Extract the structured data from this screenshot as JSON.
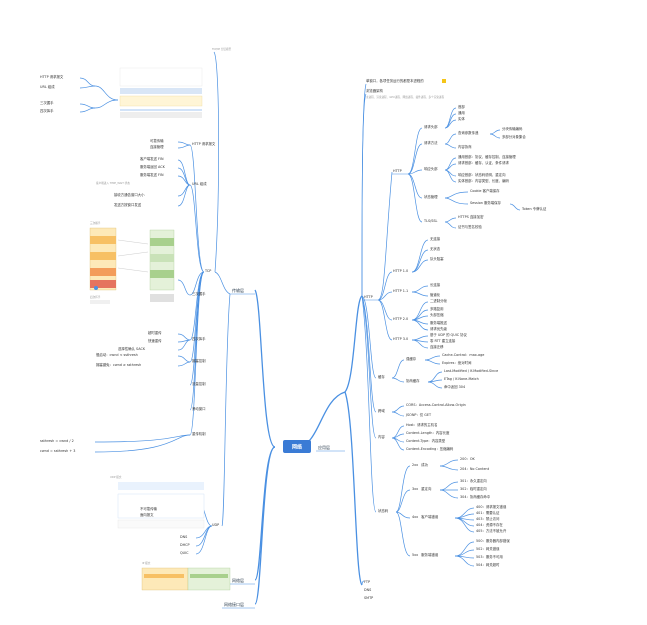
{
  "root": {
    "label": "网络"
  },
  "branches": {
    "app_layer": "应用层",
    "transport_layer": "传输层",
    "network_layer": "网络层",
    "link_layer": "网络接口层"
  },
  "app_notes": {
    "note1": "单窗口，各项任务运行的都是本进程的",
    "note2": "浏览器架构",
    "note3": "主进程、渲染进程、GPU进程、网络进程、插件进程、多个渲染进程"
  },
  "http": {
    "label": "HTTP",
    "http_label": "HTTP",
    "groups": {
      "headers_label": "请求头部",
      "headers": [
        "首部",
        "通用",
        "实体"
      ],
      "body_label": "请求方法",
      "body_items": [
        "查询参数传递",
        "分块传输编码",
        "多部分对象集合",
        "内容协商"
      ],
      "response_label": "响应头部",
      "response_items": [
        "通用首部：协议、缓存控制、连接管理",
        "请求首部：缓存、认证、条件请求",
        "响应首部：状态码说明、重定向",
        "实体首部：内容类型、长度、编码"
      ],
      "cookie_label": "状态管理",
      "cookie_items": [
        "Cookie 客户端保存",
        "Session 服务端保存",
        "Token 令牌认证"
      ],
      "tls_label": "TLS/SSL",
      "tls_items": [
        "HTTPS 连接加密",
        "证书与签名校验"
      ]
    },
    "versions": {
      "v10": "HTTP 1.0",
      "v10_items": [
        "无连接",
        "无状态",
        "队头阻塞"
      ],
      "v11": "HTTP 1.1",
      "v11_items": [
        "长连接",
        "管道化"
      ],
      "v20": "HTTP 2.0",
      "v20_items": [
        "二进制分帧",
        "多路复用",
        "头部压缩",
        "服务端推送",
        "请求优先级"
      ],
      "v30": "HTTP 3.0",
      "v30_items": [
        "基于 UDP 的 QUIC 协议",
        "零 RTT 建立连接",
        "连接迁移"
      ]
    }
  },
  "cache": {
    "label": "缓存",
    "strong": "强缓存",
    "strong_items": [
      "Cache-Control：max-age",
      "Expires：绝对时间"
    ],
    "negotiate": "协商缓存",
    "negotiate_items": [
      "Last-Modified / If-Modified-Since",
      "ETag / If-None-Match",
      "命中返回 304"
    ]
  },
  "cross_origin": {
    "label": "跨域",
    "items": [
      "CORS：Access-Control-Allow-Origin",
      "JSONP：仅 GET"
    ]
  },
  "content": {
    "label": "内容",
    "items": [
      "Host：请求的主机名",
      "Content-Length：内容长度",
      "Content-Type：内容类型",
      "Content-Encoding：压缩编码"
    ]
  },
  "status": {
    "label": "状态码",
    "groups": [
      {
        "code": "2xx",
        "name": "成功",
        "items": [
          "200：OK",
          "204：No Content"
        ]
      },
      {
        "code": "3xx",
        "name": "重定向",
        "items": [
          "301：永久重定向",
          "302：临时重定向",
          "304：协商缓存命中"
        ]
      },
      {
        "code": "4xx",
        "name": "客户端错误",
        "items": [
          "400：请求报文错误",
          "401：需要认证",
          "403：禁止访问",
          "404：资源不存在",
          "405：方法不被允许"
        ]
      },
      {
        "code": "5xx",
        "name": "服务端错误",
        "items": [
          "500：服务器内部错误",
          "502：网关错误",
          "503：服务不可用",
          "504：网关超时"
        ]
      }
    ]
  },
  "other_app": [
    "FTP",
    "DNS",
    "SMTP"
  ],
  "tcp": {
    "label": "TCP",
    "top_note": "TCP/IP 分层模型",
    "items": [
      "HTTP 请求报文",
      "URL 组成",
      "三次握手",
      "四次挥手",
      "拥塞控制",
      "流量控制",
      "滑动窗口",
      "重传机制",
      "可靠传输",
      "连接管理"
    ],
    "close_notes": [
      "客户端发送 FIN",
      "服务端返回 ACK",
      "服务端发送 FIN",
      "客户端进入 TIME_WAIT 状态"
    ],
    "flow_items": [
      "接收方通告窗口大小",
      "发送方按窗口发送"
    ],
    "retrans_items": [
      "超时重传",
      "快速重传",
      "选择性确认 SACK"
    ],
    "cwnd_items": [
      "慢启动：cwnd < ssthresh",
      "拥塞避免：cwnd ≥ ssthresh"
    ],
    "fastrec_items": [
      "ssthresh = cwnd / 2",
      "cwnd = ssthresh + 3"
    ],
    "figure_titles": [
      "三次握手",
      "四次挥手"
    ]
  },
  "udp": {
    "label": "UDP",
    "items": [
      "无连接",
      "不可靠传输",
      "面向报文",
      "DNS",
      "DHCP",
      "QUIC"
    ],
    "figure_title": "UDP 报文"
  },
  "network": {
    "figure_title": "IP 报文"
  }
}
